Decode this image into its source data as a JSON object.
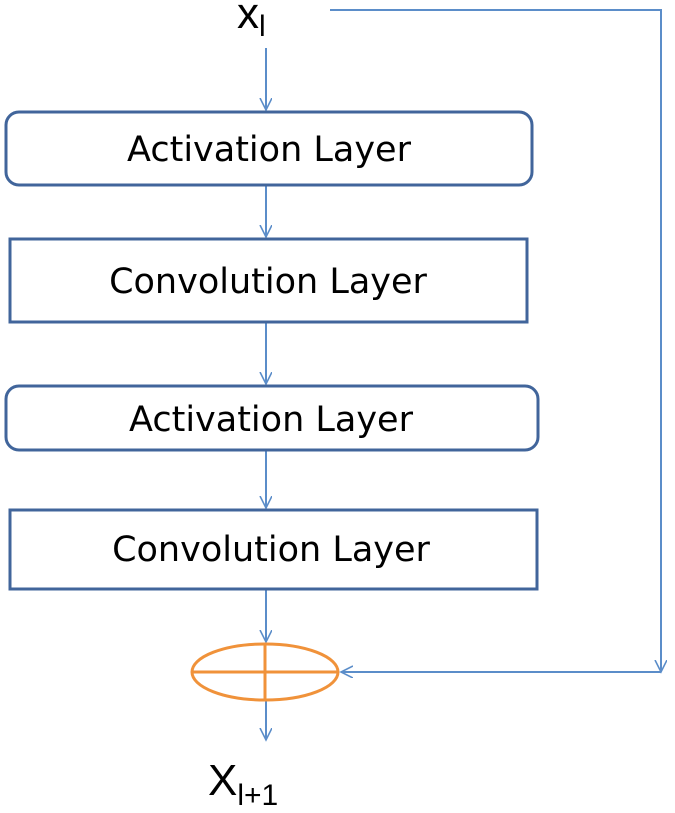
{
  "input": {
    "symbol": "x",
    "subscript": "l"
  },
  "output": {
    "symbol": "X",
    "subscript": "l+1"
  },
  "blocks": [
    {
      "label": "Activation Layer"
    },
    {
      "label": "Convolution Layer"
    },
    {
      "label": "Activation Layer"
    },
    {
      "label": "Convolution Layer"
    }
  ],
  "colors": {
    "block_border": "#41659b",
    "arrow": "#5b8dc9",
    "sum_node": "#f0923a"
  }
}
